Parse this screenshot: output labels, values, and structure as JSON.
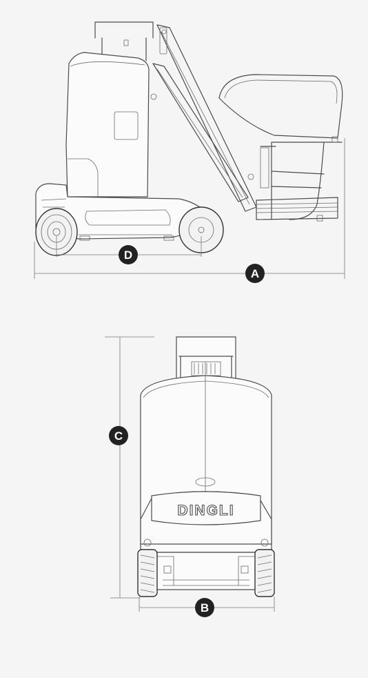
{
  "brand_text": "DINGLI",
  "dimension_labels": {
    "a": "A",
    "b": "B",
    "c": "C",
    "d": "D"
  },
  "colors": {
    "line": "#4a4a4a",
    "badge": "#222222",
    "background": "#f5f5f5"
  }
}
